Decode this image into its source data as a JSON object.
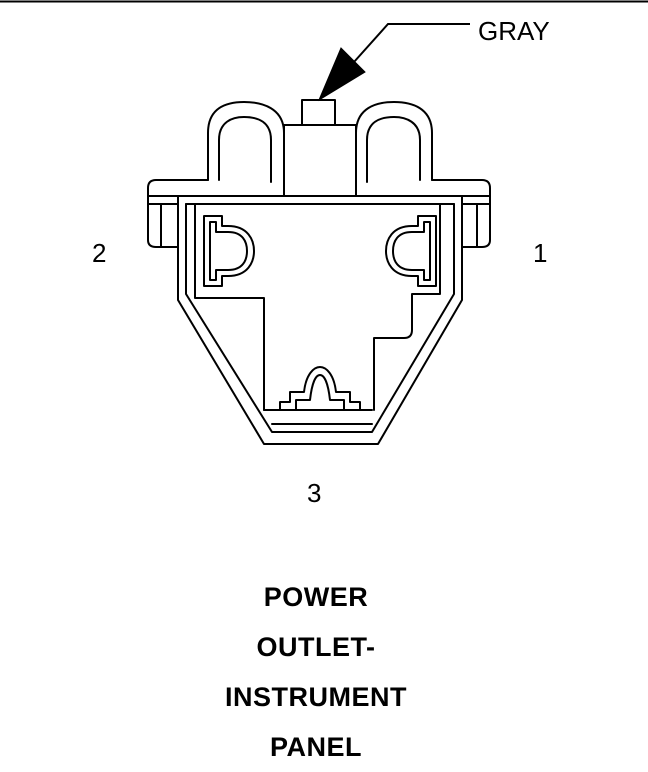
{
  "callout": {
    "color_label": "GRAY"
  },
  "terminals": [
    "1",
    "2",
    "3"
  ],
  "caption": [
    "POWER",
    "OUTLET-",
    "INSTRUMENT",
    "PANEL"
  ]
}
